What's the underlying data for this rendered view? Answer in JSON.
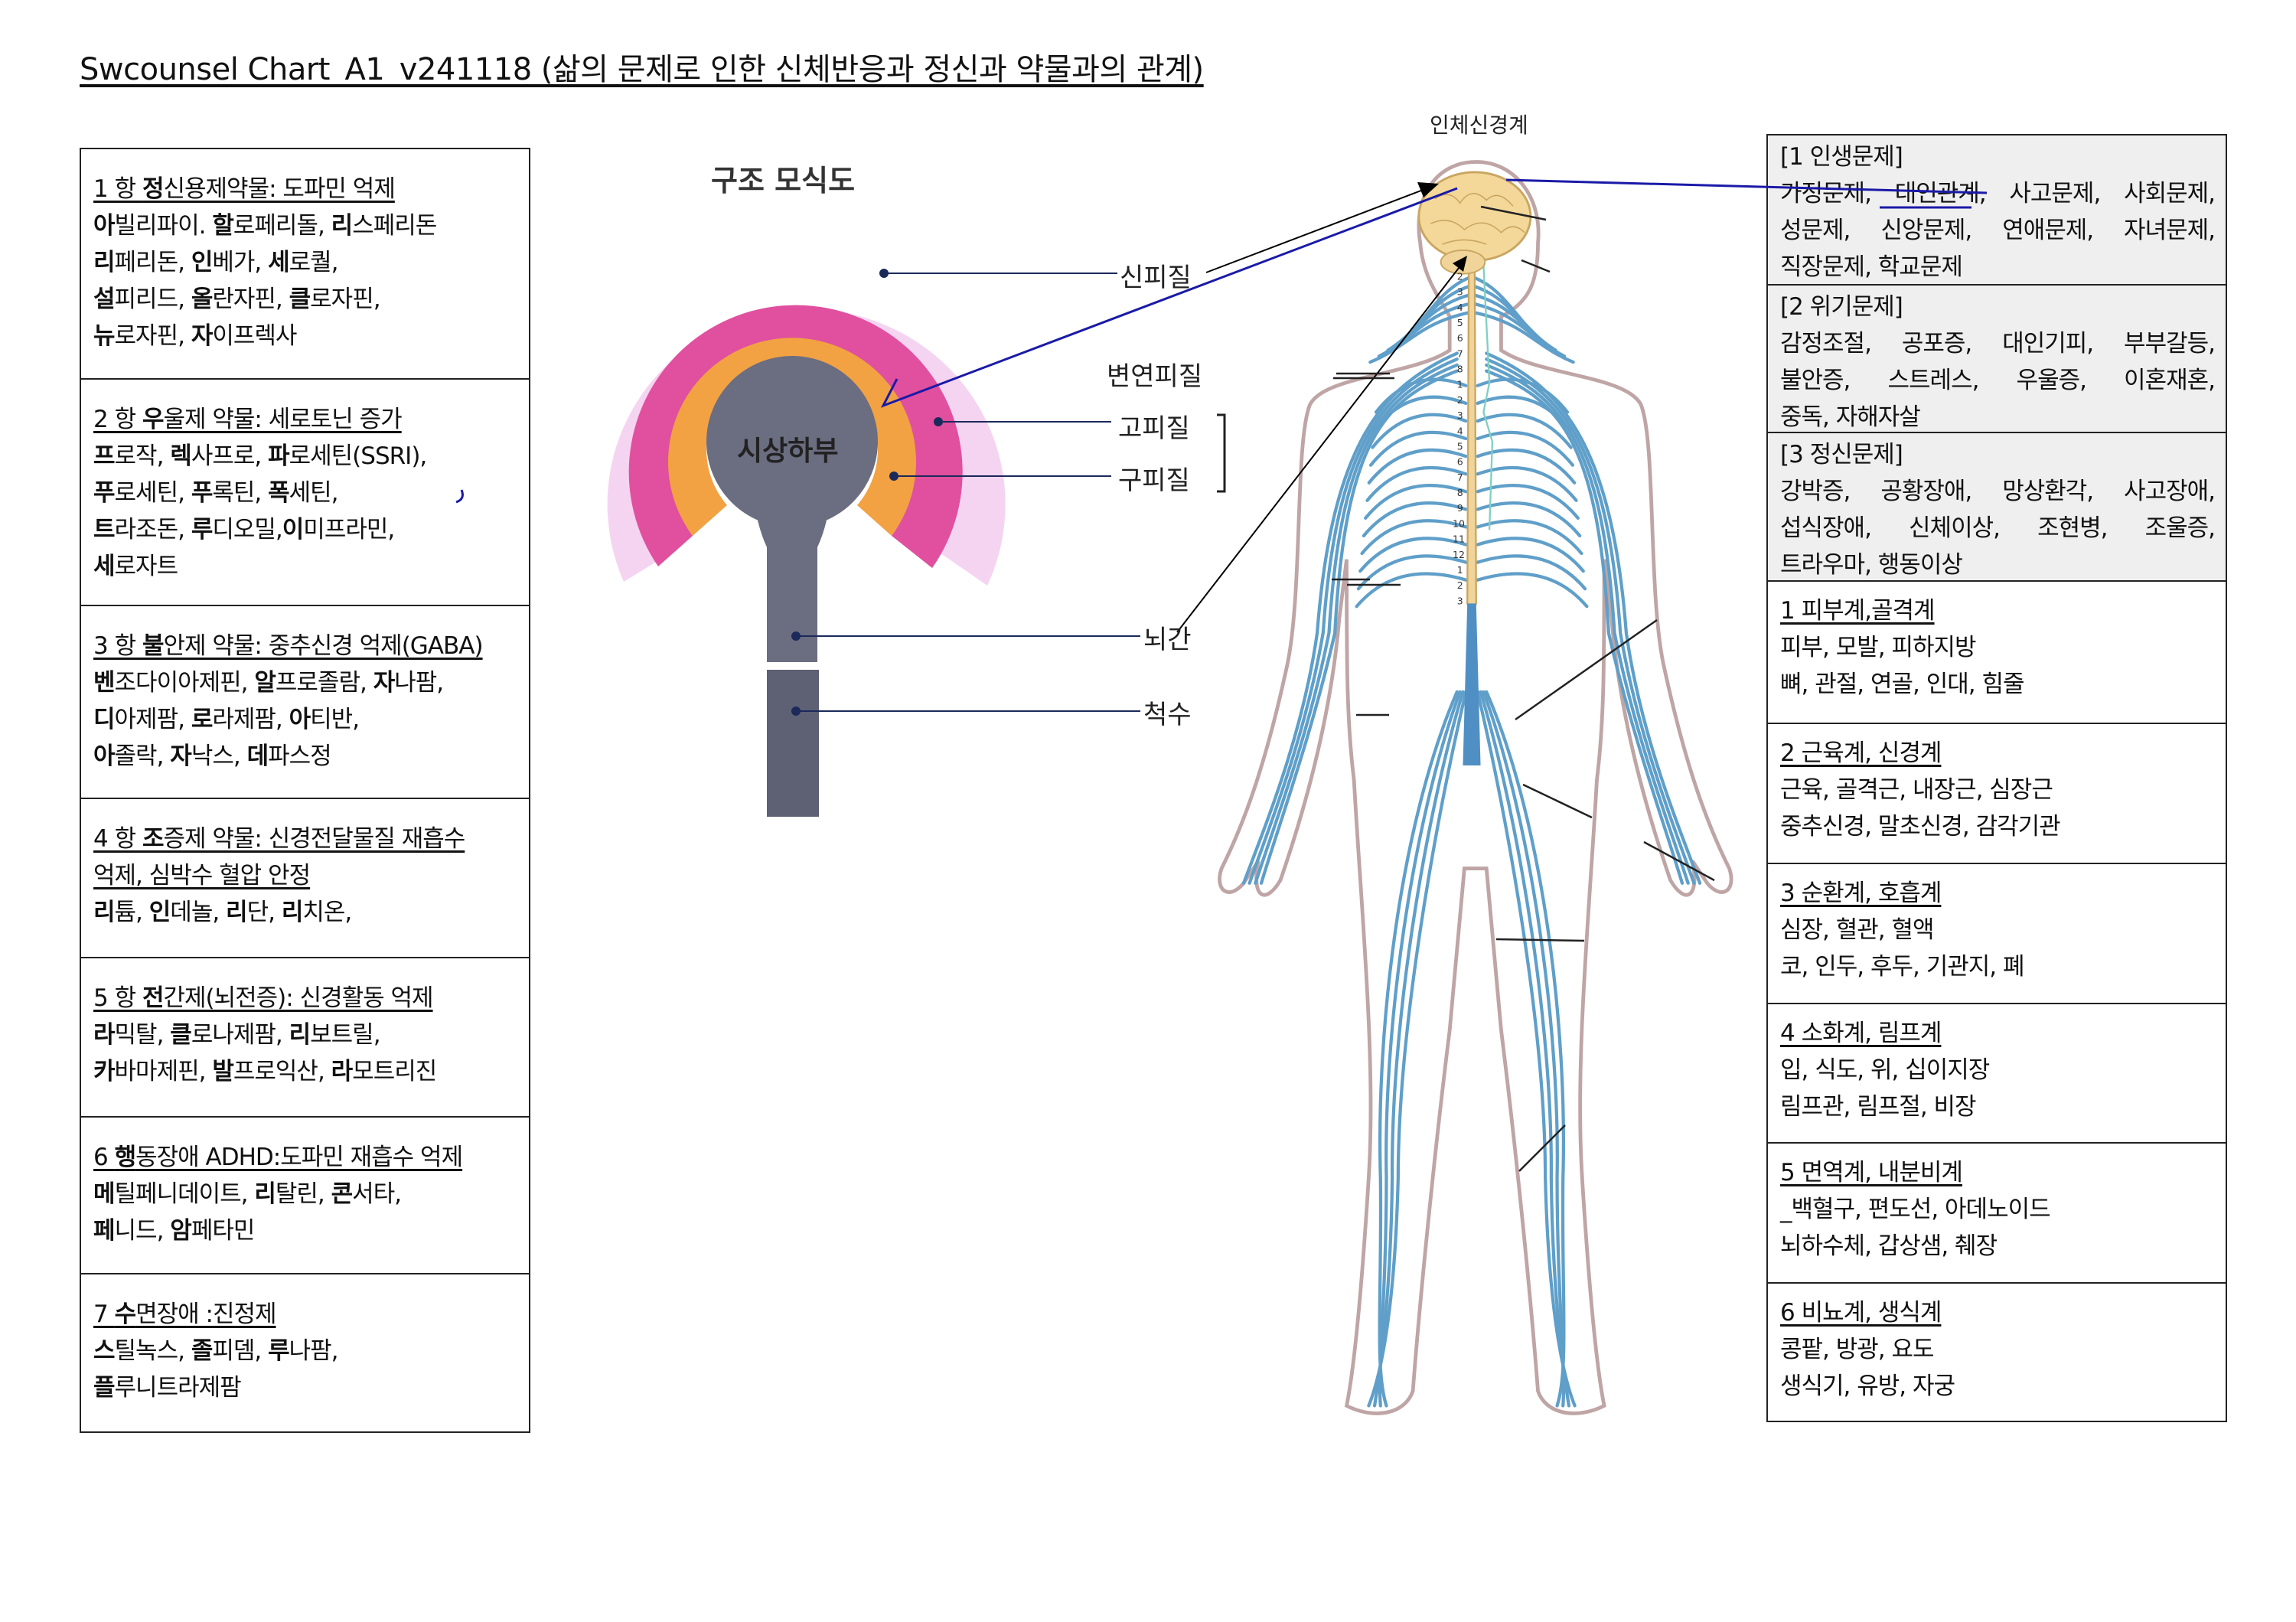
{
  "title": "Swcounsel Chart_A1_v241118 (삶의 문제로 인한 신체반응과 정신과 약물과의 관계)",
  "drug_table": [
    {
      "heading": {
        "pre": "1 항 ",
        "bold": "정",
        "post": "신용제약물: 도파민 억제",
        "cont": ""
      },
      "lines": [
        [
          [
            "아",
            "빌리파이. "
          ],
          [
            "할",
            "로페리돌, "
          ],
          [
            "리",
            "스페리돈"
          ]
        ],
        [
          [
            "리",
            "페리돈, "
          ],
          [
            "인",
            "베가, "
          ],
          [
            "세",
            "로퀄,"
          ]
        ],
        [
          [
            "설",
            "피리드, "
          ],
          [
            "올",
            "란자핀, "
          ],
          [
            "클",
            "로자핀,"
          ]
        ],
        [
          [
            "뉴",
            "로자핀, "
          ],
          [
            "자",
            "이프렉사"
          ]
        ]
      ]
    },
    {
      "heading": {
        "pre": "2 항 ",
        "bold": "우",
        "post": "울제 약물: 세로토닌 증가",
        "cont": ""
      },
      "lines": [
        [
          [
            "프",
            "로작, "
          ],
          [
            "렉",
            "사프로, "
          ],
          [
            "파",
            "로세틴(SSRI),"
          ]
        ],
        [
          [
            "푸",
            "로세틴, "
          ],
          [
            "푸",
            "록틴, "
          ],
          [
            "폭",
            "세틴,"
          ]
        ],
        [
          [
            "트",
            "라조돈, "
          ],
          [
            "루",
            "디오밀,"
          ],
          [
            "이",
            "미프라민,"
          ]
        ],
        [
          [
            "세",
            "로자트"
          ]
        ]
      ]
    },
    {
      "heading": {
        "pre": "3 항 ",
        "bold": "불",
        "post": "안제 약물: 중추신경 억제(GABA)",
        "cont": ""
      },
      "lines": [
        [
          [
            "벤",
            "조다이아제핀, "
          ],
          [
            "알",
            "프로졸람, "
          ],
          [
            "자",
            "나팜,"
          ]
        ],
        [
          [
            "디",
            "아제팜, "
          ],
          [
            "로",
            "라제팜, "
          ],
          [
            "아",
            "티반,"
          ]
        ],
        [
          [
            "아",
            "졸락, "
          ],
          [
            "자",
            "낙스, "
          ],
          [
            "데",
            "파스정"
          ]
        ]
      ]
    },
    {
      "heading": {
        "pre": "4 항 ",
        "bold": "조",
        "post": "증제 약물: 신경전달물질 재흡수",
        "cont": "억제, 심박수 혈압 안정"
      },
      "lines": [
        [
          [
            "리",
            "튬, "
          ],
          [
            "인",
            "데놀, "
          ],
          [
            "리",
            "단, "
          ],
          [
            "리",
            "치온,"
          ]
        ]
      ]
    },
    {
      "heading": {
        "pre": "5 항 ",
        "bold": "전",
        "post": "간제(뇌전증): 신경활동 억제",
        "cont": ""
      },
      "lines": [
        [
          [
            "라",
            "믹탈, "
          ],
          [
            "클",
            "로나제팜, "
          ],
          [
            "리",
            "보트릴,"
          ]
        ],
        [
          [
            "카",
            "바마제핀, "
          ],
          [
            "발",
            "프로익산, "
          ],
          [
            "라",
            "모트리진"
          ]
        ]
      ]
    },
    {
      "heading": {
        "pre": "6 ",
        "bold": "행",
        "post": "동장애 ADHD:도파민 재흡수 억제",
        "cont": ""
      },
      "lines": [
        [
          [
            "메",
            "틸페니데이트, "
          ],
          [
            "리",
            "탈린, "
          ],
          [
            "콘",
            "서타,"
          ]
        ],
        [
          [
            "페",
            "니드, "
          ],
          [
            "암",
            "페타민"
          ]
        ]
      ]
    },
    {
      "heading": {
        "pre": "7 ",
        "bold": "수",
        "post": "면장애 :진정제",
        "cont": ""
      },
      "lines": [
        [
          [
            "스",
            "틸녹스, "
          ],
          [
            "졸",
            "피뎀, "
          ],
          [
            "루",
            "나팜,"
          ]
        ],
        [
          [
            "플",
            "루니트라제팜"
          ]
        ]
      ]
    }
  ],
  "diagram": {
    "title": "구조 모식도",
    "center_label": "시상하부",
    "labels": {
      "neocortex": "신피질",
      "limbic": "변연피질",
      "archicortex": "고피질",
      "paleocortex": "구피질",
      "brainstem": "뇌간",
      "spinal_cord": "척수"
    },
    "colors": {
      "outer": "#f3cdef",
      "pink": "#e0509f",
      "orange": "#f2a243",
      "gray": "#6b6d80"
    }
  },
  "body": {
    "title": "인체신경계",
    "vertebra_numbers": [
      "2",
      "3",
      "4",
      "5",
      "6",
      "7",
      "8",
      "1",
      "2",
      "3",
      "4",
      "5",
      "6",
      "7",
      "8",
      "9",
      "10",
      "11",
      "12",
      "1",
      "2",
      "3"
    ]
  },
  "problem_table": [
    {
      "title": "[1 인생문제]",
      "lines": [
        "가정문제, 대인관계, 사고문제, 사회문제,",
        "성문제, 신앙문제, 연애문제, 자녀문제,",
        "직장문제, 학교문제"
      ]
    },
    {
      "title": "[2 위기문제]",
      "lines": [
        "감정조절, 공포증, 대인기피, 부부갈등,",
        "불안증, 스트레스, 우울증, 이혼재혼,",
        "중독, 자해자살"
      ]
    },
    {
      "title": "[3 정신문제]",
      "lines": [
        "강박증, 공황장애, 망상환각, 사고장애,",
        "섭식장애, 신체이상, 조현병, 조울증,",
        "트라우마, 행동이상"
      ]
    }
  ],
  "system_table": [
    {
      "title": "1 피부계,골격계",
      "lines": [
        "피부, 모발, 피하지방",
        "뼈, 관절, 연골, 인대, 힘줄"
      ]
    },
    {
      "title": "2 근육계, 신경계",
      "lines": [
        "근육, 골격근, 내장근, 심장근",
        "중추신경, 말초신경, 감각기관"
      ]
    },
    {
      "title": "3 순환계, 호흡계",
      "lines": [
        "심장, 혈관, 혈액",
        "코, 인두, 후두, 기관지, 폐"
      ]
    },
    {
      "title": "4 소화계, 림프계",
      "lines": [
        "입, 식도, 위, 십이지장",
        "림프관, 림프절, 비장"
      ]
    },
    {
      "title": "5 면역계, 내분비계",
      "lines": [
        "_백혈구, 편도선, 아데노이드",
        "뇌하수체, 갑상샘, 췌장"
      ]
    },
    {
      "title": "6 비뇨계, 생식계",
      "lines": [
        "콩팥, 방광, 요도",
        "생식기, 유방, 자궁"
      ]
    }
  ]
}
